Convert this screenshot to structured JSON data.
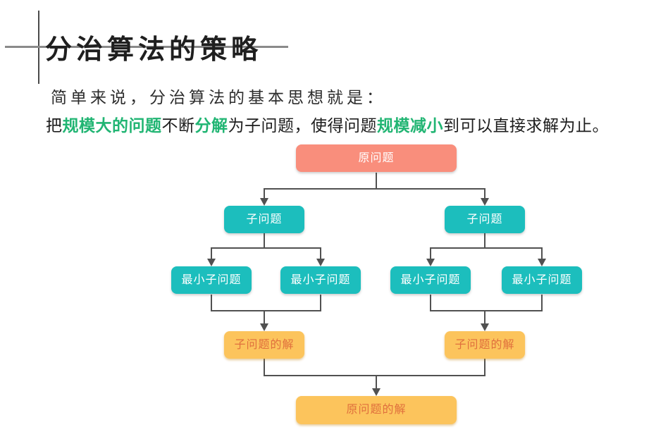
{
  "header": {
    "title": "分治算法的策略"
  },
  "intro": {
    "line1": "简单来说，分治算法的基本思想就是：",
    "line2_segments": [
      {
        "text": "把",
        "emphasis": false
      },
      {
        "text": "规模大的问题",
        "emphasis": true
      },
      {
        "text": "不断",
        "emphasis": false
      },
      {
        "text": "分解",
        "emphasis": true
      },
      {
        "text": "为子问题，使得问题",
        "emphasis": false
      },
      {
        "text": "规模减小",
        "emphasis": true
      },
      {
        "text": "到可以直接求解为止。",
        "emphasis": false
      }
    ],
    "emphasis_color": "#21b573"
  },
  "diagram": {
    "type": "flowchart",
    "connector_color": "#515151",
    "colors": {
      "root_fill": "#f98e7c",
      "sub_fill": "#1cbebd",
      "solution_fill": "#fcc45c",
      "solution_text": "#e0703d",
      "node_text_light": "#ffffff"
    },
    "nodes": [
      {
        "id": "root",
        "label": "原问题",
        "level": 1
      },
      {
        "id": "sub-left",
        "label": "子问题",
        "level": 2
      },
      {
        "id": "sub-right",
        "label": "子问题",
        "level": 2
      },
      {
        "id": "min-1",
        "label": "最小子问题",
        "level": 3
      },
      {
        "id": "min-2",
        "label": "最小子问题",
        "level": 3
      },
      {
        "id": "min-3",
        "label": "最小子问题",
        "level": 3
      },
      {
        "id": "min-4",
        "label": "最小子问题",
        "level": 3
      },
      {
        "id": "sol-left",
        "label": "子问题的解",
        "level": 4
      },
      {
        "id": "sol-right",
        "label": "子问题的解",
        "level": 4
      },
      {
        "id": "final",
        "label": "原问题的解",
        "level": 5
      }
    ],
    "edges": [
      "原问题 → 子问题 (x2)",
      "子问题 → 最小子问题 (x2 each)",
      "最小子问题 (x2) → 子问题的解",
      "子问题的解 (x2) → 原问题的解"
    ]
  }
}
